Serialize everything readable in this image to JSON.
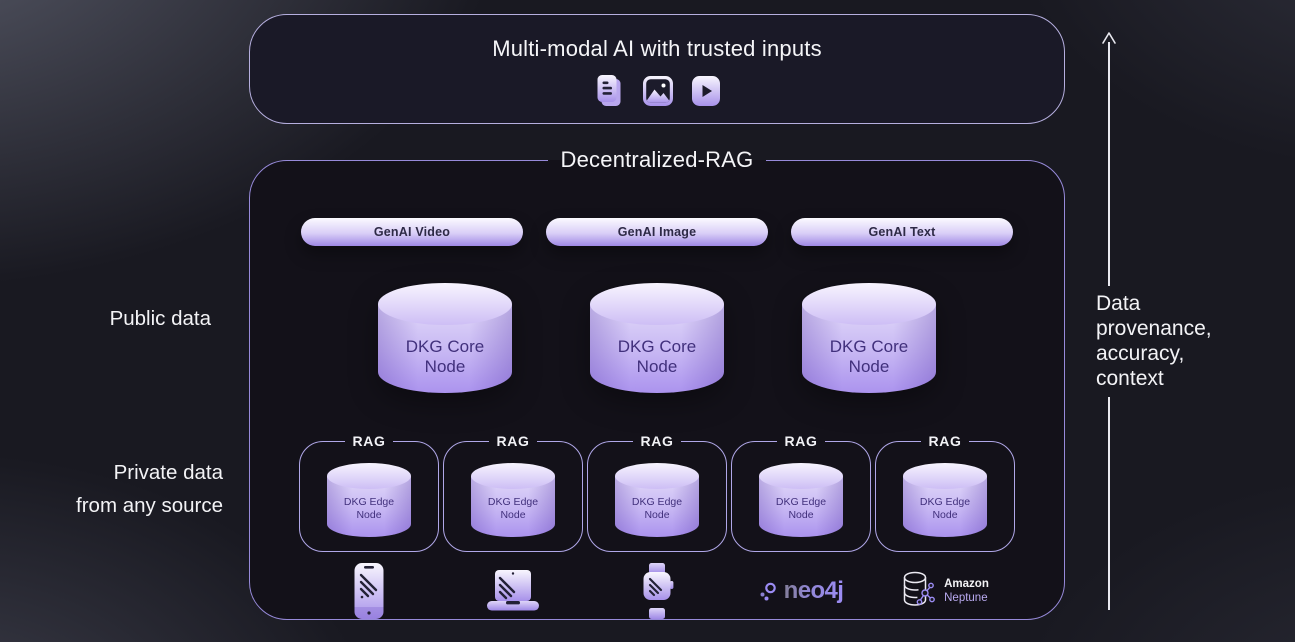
{
  "top_box": {
    "title": "Multi-modal AI with trusted inputs",
    "icons": [
      "document-icon",
      "image-icon",
      "video-icon"
    ]
  },
  "decentralized_rag": {
    "title": "Decentralized-RAG",
    "pills": [
      {
        "label": "GenAI Video"
      },
      {
        "label": "GenAI Image"
      },
      {
        "label": "GenAI Text"
      }
    ],
    "core_nodes": [
      {
        "label": "DKG Core Node"
      },
      {
        "label": "DKG Core Node"
      },
      {
        "label": "DKG Core Node"
      }
    ],
    "rag_groups": [
      {
        "title": "RAG",
        "node_label": "DKG Edge Node"
      },
      {
        "title": "RAG",
        "node_label": "DKG Edge Node"
      },
      {
        "title": "RAG",
        "node_label": "DKG Edge Node"
      },
      {
        "title": "RAG",
        "node_label": "DKG Edge Node"
      },
      {
        "title": "RAG",
        "node_label": "DKG Edge Node"
      }
    ],
    "sources": [
      {
        "name": "smartphone-icon"
      },
      {
        "name": "laptop-icon"
      },
      {
        "name": "smartwatch-icon"
      },
      {
        "name": "neo4j-logo",
        "text": "neo4j"
      },
      {
        "name": "amazon-neptune-logo",
        "line1": "Amazon",
        "line2": "Neptune"
      }
    ]
  },
  "left_labels": {
    "public": "Public data",
    "private_line1": "Private data",
    "private_line2": "from any source"
  },
  "right_annotation": {
    "lines": [
      "Data",
      "provenance,",
      "accuracy,",
      "context"
    ]
  },
  "colors": {
    "background": "#191921",
    "panel_fill": "#131119",
    "panel_border": "#978ada",
    "rag_group_border": "#b0a7e8",
    "pill_gradient_top": "#fbfaff",
    "pill_gradient_bottom": "#9f88e5",
    "cylinder_light": "#f7f4fe",
    "cylinder_dark": "#ab93ee",
    "cylinder_text": "#41307c",
    "accent_purple": "#9c8cf4",
    "text_white": "#f3f3f6"
  }
}
